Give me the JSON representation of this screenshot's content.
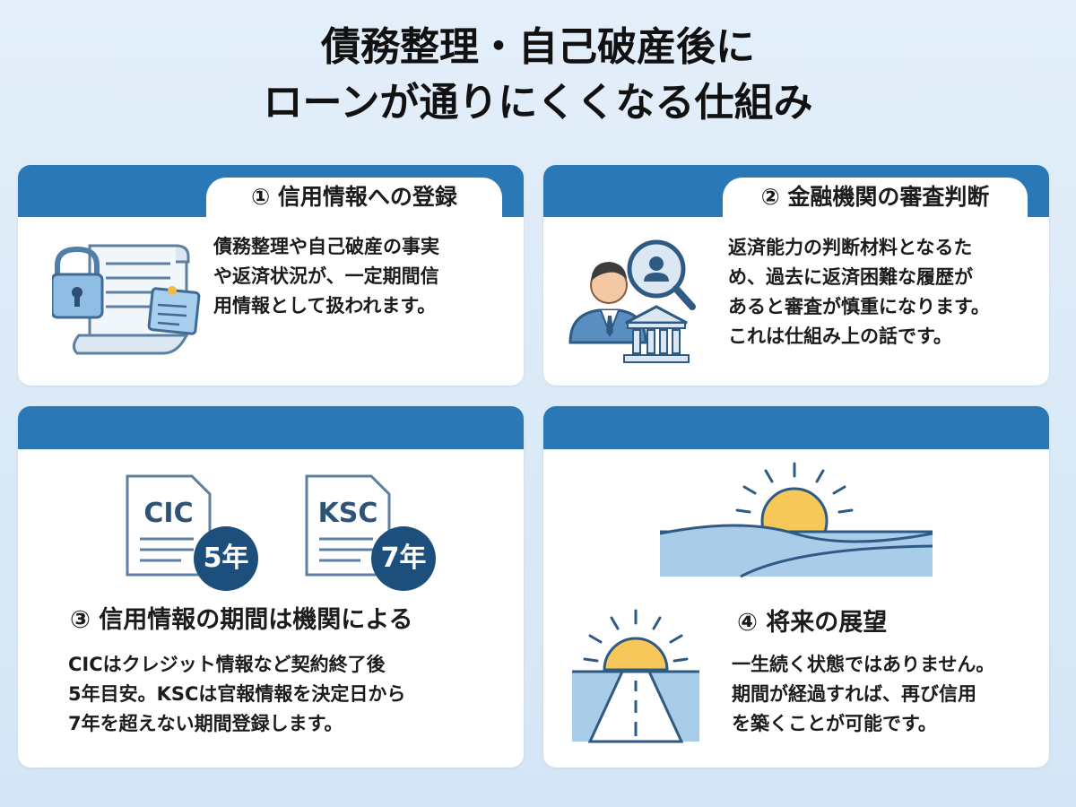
{
  "title_line1": "債務整理・自己破産後に",
  "title_line2": "ローンが通りにくくなる仕組み",
  "card1": {
    "heading": "① 信用情報への登録",
    "lines": [
      "債務整理や自己破産の事実",
      "や返済状況が、一定期間信",
      "用情報として扱われます。"
    ]
  },
  "card2": {
    "heading": "② 金融機関の審査判断",
    "lines": [
      "返済能力の判断材料となるた",
      "め、過去に返済困難な履歴が",
      "あると審査が慎重になります。",
      "これは仕組み上の話です。"
    ]
  },
  "card3": {
    "docs": [
      {
        "label": "CIC",
        "badge": "5年"
      },
      {
        "label": "KSC",
        "badge": "7年"
      }
    ],
    "heading": "③ 信用情報の期間は機関による",
    "lines": [
      "CICはクレジット情報など契約終了後",
      "5年目安。KSCは官報情報を決定日から",
      "7年を超えない期間登録します。"
    ]
  },
  "card4": {
    "heading": "④ 将来の展望",
    "lines": [
      "一生続く状態ではありません。",
      "期間が経過すれば、再び信用",
      "を築くことが可能です。"
    ]
  },
  "colors": {
    "band": "#2a78b6",
    "badge": "#1d4f7c",
    "sun": "#f6c85a",
    "water": "#a9cde8"
  }
}
